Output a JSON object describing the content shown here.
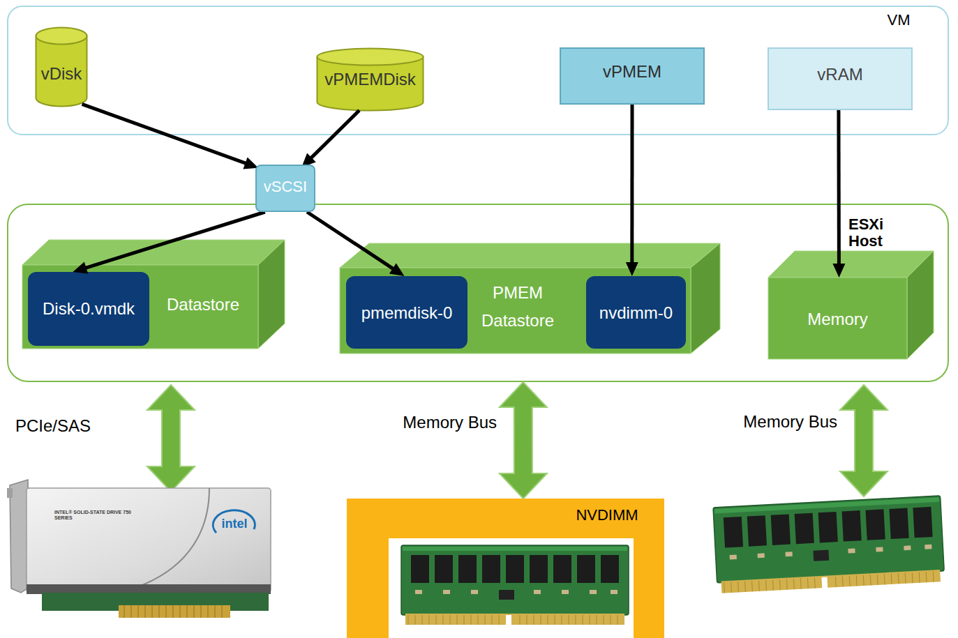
{
  "diagram": {
    "nodes": [
      {
        "text": [
          "VM"
        ]
      },
      {
        "text": [
          "vDisk"
        ],
        "in": 0
      },
      {
        "text": [
          "vPMEMDisk"
        ],
        "in": 0
      },
      {
        "text": [
          "vPMEM"
        ],
        "in": 0
      },
      {
        "text": [
          "vRAM"
        ],
        "in": 0
      },
      {
        "text": [
          "vSCSI"
        ]
      },
      {
        "text": [
          "ESXi Host"
        ]
      },
      {
        "text": [
          "Datastore"
        ],
        "in": 6
      },
      {
        "text": [
          "Disk-0.vmdk"
        ],
        "in": 7
      },
      {
        "text": [
          "PMEM Datastore"
        ],
        "in": 6
      },
      {
        "text": [
          "pmemdisk-0"
        ],
        "in": 9
      },
      {
        "text": [
          "nvdimm-0"
        ],
        "in": 9
      },
      {
        "text": [
          "Memory"
        ],
        "in": 6
      },
      {
        "text": [
          "NVDIMM"
        ]
      }
    ],
    "edges": [
      {
        "from": 1,
        "to": 5,
        "arrow": "to"
      },
      {
        "from": 2,
        "to": 5,
        "arrow": "to"
      },
      {
        "from": 5,
        "to": 8,
        "arrow": "to"
      },
      {
        "from": 5,
        "to": 10,
        "arrow": "to"
      },
      {
        "from": 3,
        "to": 11,
        "arrow": "to"
      },
      {
        "from": 4,
        "to": 12,
        "arrow": "to"
      },
      {
        "from": 6,
        "to": 13,
        "label": "Memory Bus",
        "arrow": "both"
      }
    ],
    "labels": [
      "PCIe/SAS",
      "Memory Bus",
      "INTEL® SOLID-STATE DRIVE 750 SERIES",
      "intel"
    ]
  }
}
